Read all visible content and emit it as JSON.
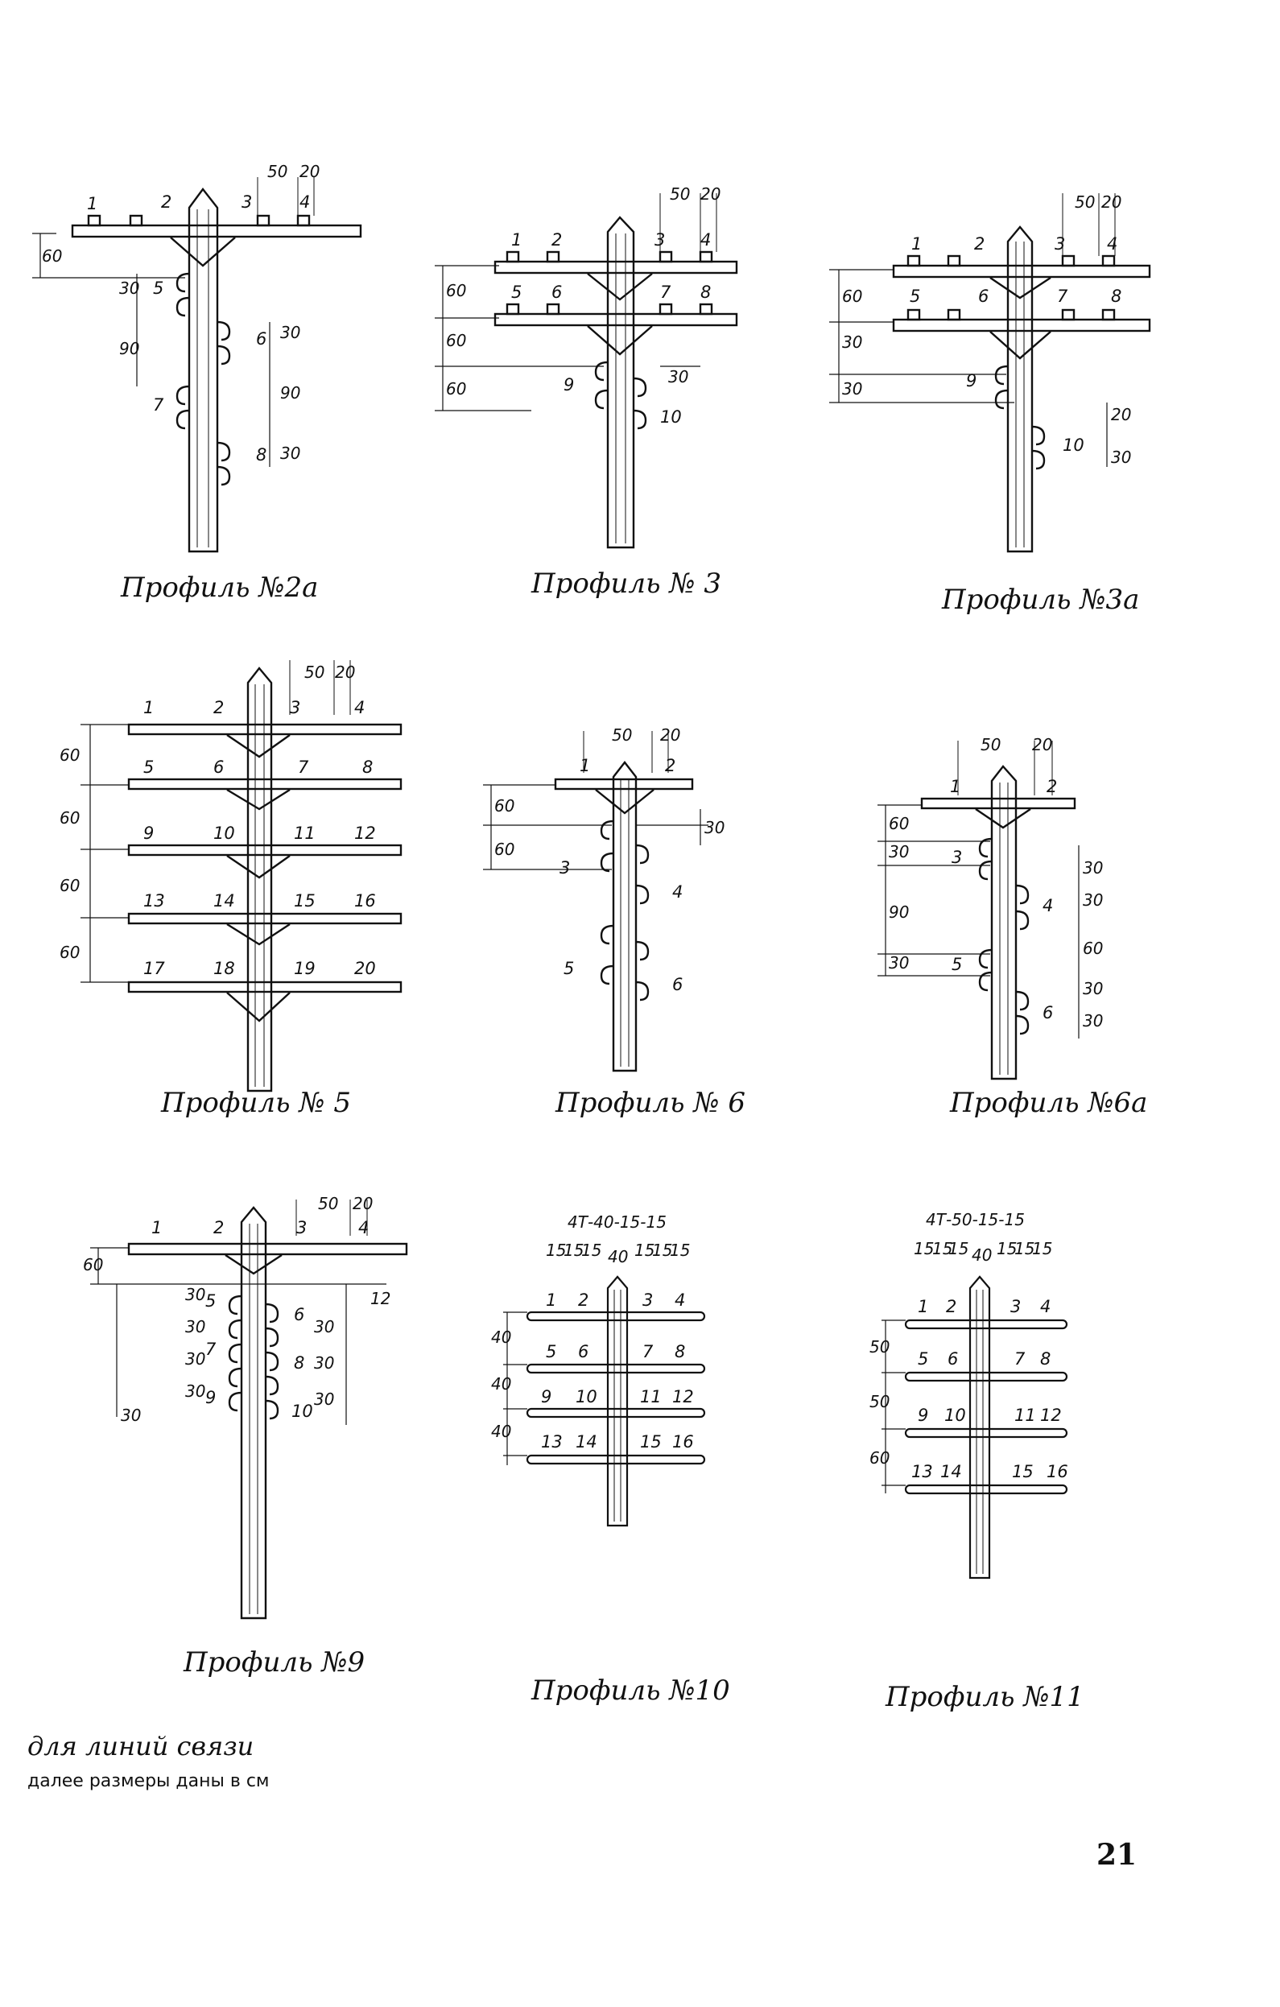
{
  "page_number": "21",
  "footer": {
    "line1": "для линий связи",
    "line2": "далее размеры даны в см"
  },
  "profiles": {
    "p2a": {
      "caption": "Профиль №2а",
      "dims": {
        "gap": "50",
        "step": "20",
        "drop": "60",
        "g1": "30",
        "g2": "90",
        "g3": "30",
        "g4": "90",
        "g5": "30"
      },
      "wires": [
        "1",
        "2",
        "3",
        "4"
      ],
      "hooks": [
        "5",
        "6",
        "7",
        "8"
      ]
    },
    "p3": {
      "caption": "Профиль № 3",
      "dims": {
        "gap": "50",
        "step": "20",
        "a": "60",
        "b": "60",
        "c": "60",
        "d": "30"
      },
      "wires": [
        "1",
        "2",
        "3",
        "4",
        "5",
        "6",
        "7",
        "8"
      ],
      "hooks": [
        "9",
        "10"
      ]
    },
    "p3a": {
      "caption": "Профиль №3а",
      "dims": {
        "gap": "50",
        "step": "20",
        "a": "60",
        "b": "30",
        "c": "30",
        "d": "20",
        "e": "30"
      },
      "wires": [
        "1",
        "2",
        "3",
        "4",
        "5",
        "6",
        "7",
        "8"
      ],
      "hooks": [
        "9",
        "10"
      ]
    },
    "p5": {
      "caption": "Профиль № 5",
      "dims": {
        "gap": "50",
        "step": "20",
        "a": "60",
        "b": "60",
        "c": "60",
        "d": "60"
      },
      "wires": [
        "1",
        "2",
        "3",
        "4",
        "5",
        "6",
        "7",
        "8",
        "9",
        "10",
        "11",
        "12",
        "13",
        "14",
        "15",
        "16",
        "17",
        "18",
        "19",
        "20"
      ]
    },
    "p6": {
      "caption": "Профиль № 6",
      "dims": {
        "gap": "50",
        "step": "20",
        "a": "60",
        "b": "60",
        "c": "30"
      },
      "wires": [
        "1",
        "2"
      ],
      "hooks": [
        "3",
        "4",
        "5",
        "6"
      ]
    },
    "p6a": {
      "caption": "Профиль №6а",
      "dims": {
        "gap": "50",
        "step": "20",
        "a": "60",
        "b": "30",
        "c": "90",
        "d": "30",
        "e": "30",
        "f": "30",
        "g": "60",
        "h": "30",
        "i": "30"
      },
      "wires": [
        "1",
        "2"
      ],
      "hooks": [
        "3",
        "4",
        "5",
        "6"
      ]
    },
    "p9": {
      "caption": "Профиль №9",
      "dims": {
        "gap": "50",
        "step": "20",
        "a": "60",
        "b": "30",
        "c": "30",
        "d": "30",
        "e": "30",
        "f": "30",
        "g": "30",
        "h": "30",
        "i": "30",
        "j": "12"
      },
      "wires": [
        "1",
        "2",
        "3",
        "4"
      ],
      "hooks": [
        "5",
        "6",
        "7",
        "8",
        "9",
        "10"
      ]
    },
    "p10": {
      "caption": "Профиль №10",
      "spec": "4Т-40-15-15",
      "dims": {
        "s1": "15",
        "s2": "15",
        "s3": "15",
        "mid": "40",
        "s4": "15",
        "s5": "15",
        "s6": "15",
        "v1": "40",
        "v2": "40",
        "v3": "40"
      },
      "wires": [
        "1",
        "2",
        "3",
        "4",
        "5",
        "6",
        "7",
        "8",
        "9",
        "10",
        "11",
        "12",
        "13",
        "14",
        "15",
        "16"
      ]
    },
    "p11": {
      "caption": "Профиль №11",
      "spec": "4Т-50-15-15",
      "dims": {
        "s1": "15",
        "s2": "15",
        "s3": "15",
        "mid": "40",
        "s4": "15",
        "s5": "15",
        "s6": "15",
        "v1": "50",
        "v2": "50",
        "v3": "60"
      },
      "wires": [
        "1",
        "2",
        "3",
        "4",
        "5",
        "6",
        "7",
        "8",
        "9",
        "10",
        "11",
        "12",
        "13",
        "14",
        "15",
        "16"
      ]
    }
  }
}
